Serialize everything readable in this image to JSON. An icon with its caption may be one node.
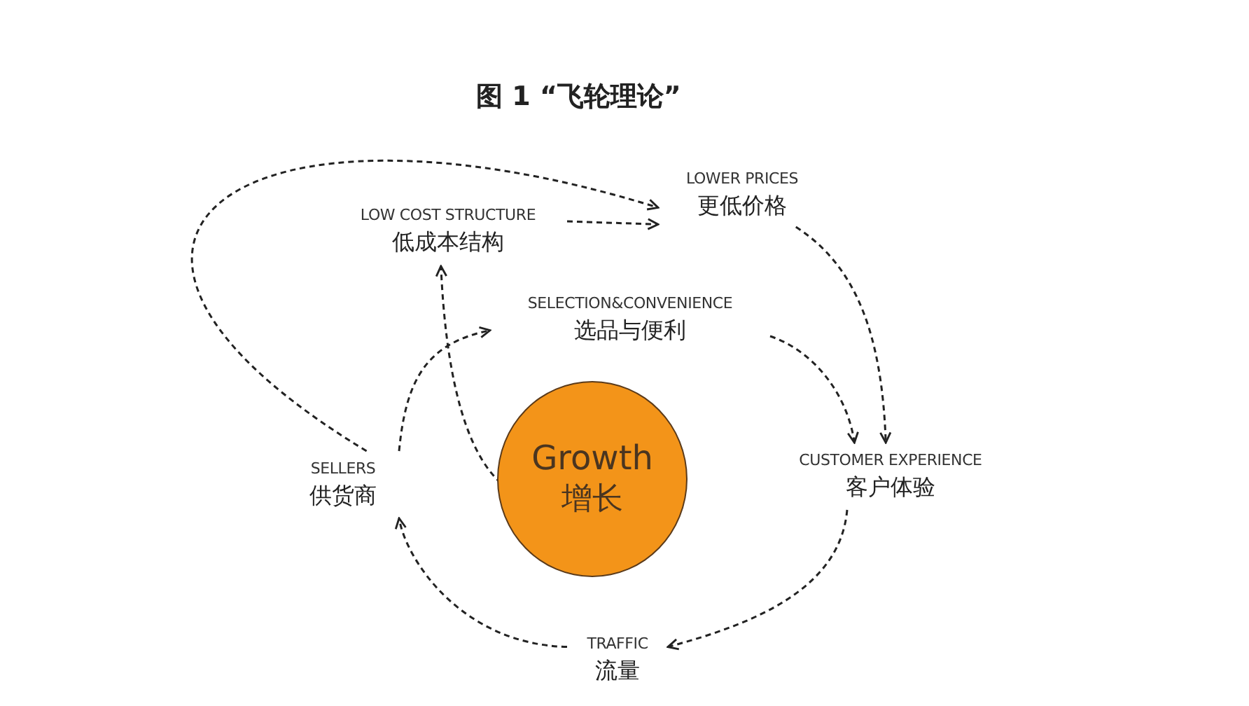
{
  "diagram": {
    "title": "图 1 “飞轮理论”",
    "nodes": [
      {
        "text": [
          "LOW COST STRUCTURE",
          "低成本结构"
        ]
      },
      {
        "text": [
          "LOWER PRICES",
          "更低价格"
        ]
      },
      {
        "text": [
          "SELECTION&CONVENIENCE",
          "选品与便利"
        ]
      },
      {
        "text": [
          "SELLERS",
          "供货商"
        ]
      },
      {
        "text": [
          "Growth",
          "增长"
        ]
      },
      {
        "text": [
          "CUSTOMER EXPERIENCE",
          "客户体验"
        ]
      },
      {
        "text": [
          "TRAFFIC",
          "流量"
        ]
      }
    ],
    "edges": [
      {
        "from": 3,
        "to": 1,
        "arrow": "to",
        "style": "dashed"
      },
      {
        "from": 0,
        "to": 1,
        "arrow": "to",
        "style": "dashed"
      },
      {
        "from": 4,
        "to": 0,
        "arrow": "to",
        "style": "dashed"
      },
      {
        "from": 3,
        "to": 2,
        "arrow": "to",
        "style": "dashed"
      },
      {
        "from": 1,
        "to": 5,
        "arrow": "to",
        "style": "dashed"
      },
      {
        "from": 2,
        "to": 5,
        "arrow": "to",
        "style": "dashed"
      },
      {
        "from": 5,
        "to": 6,
        "arrow": "to",
        "style": "dashed"
      },
      {
        "from": 6,
        "to": 3,
        "arrow": "to",
        "style": "dashed"
      }
    ]
  }
}
